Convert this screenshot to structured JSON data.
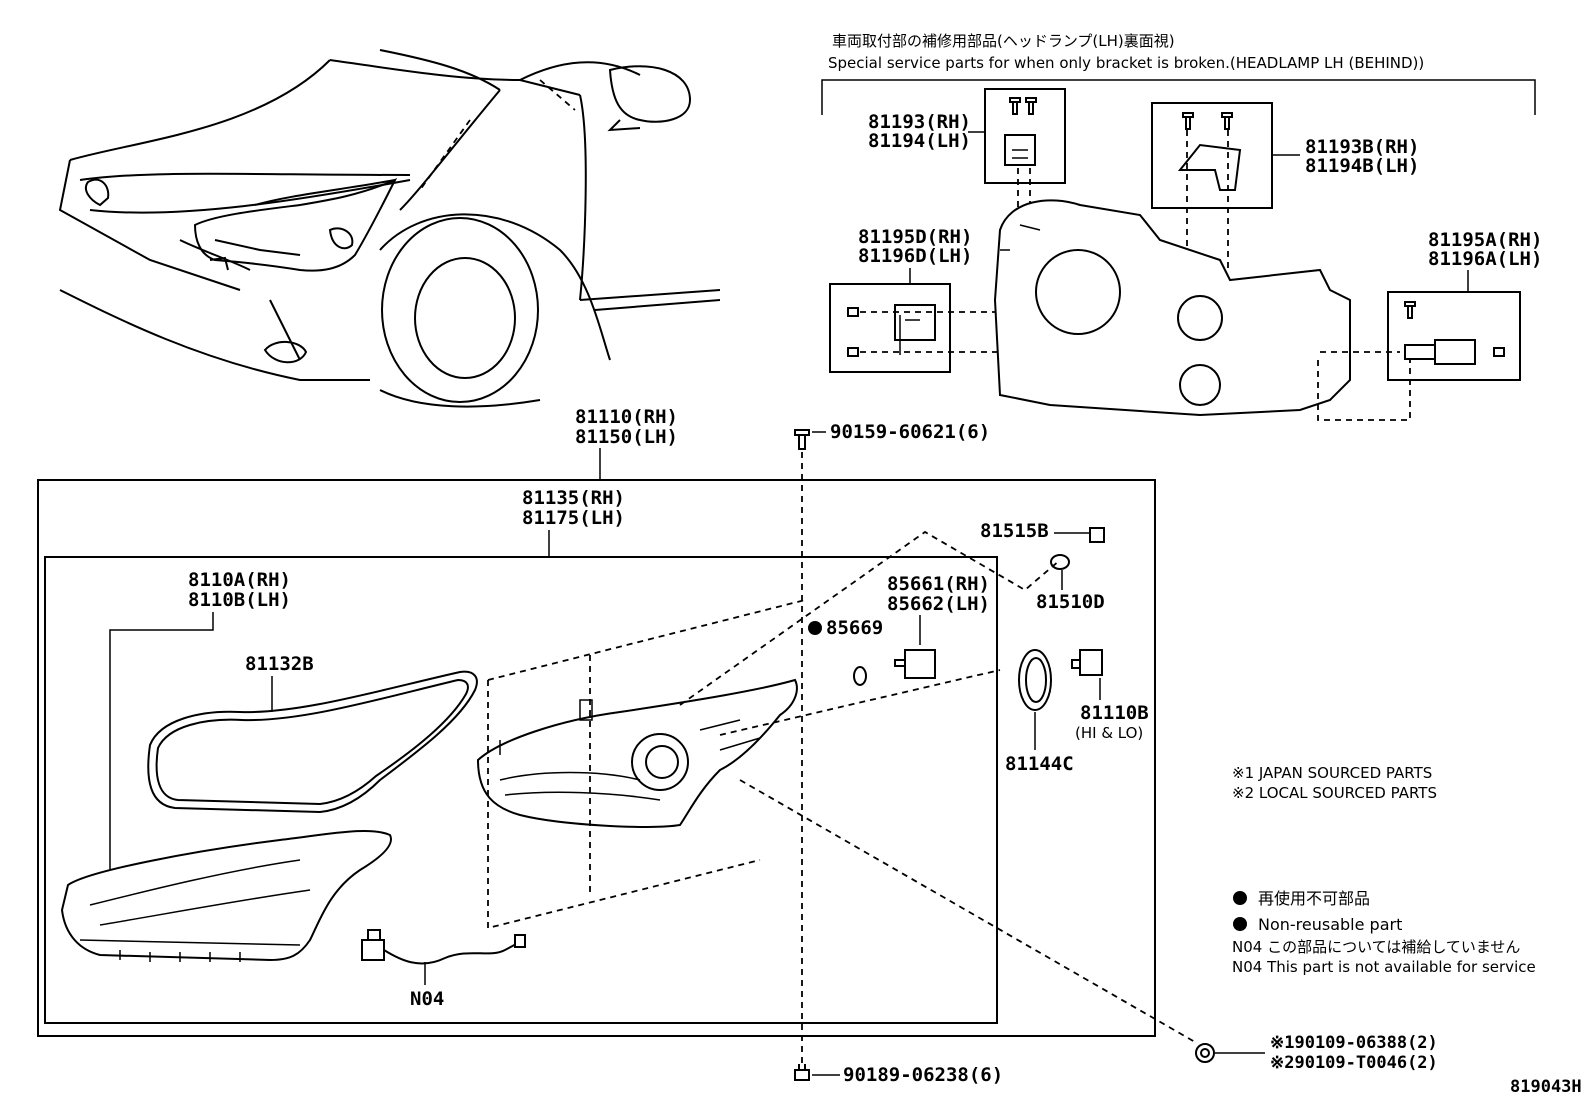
{
  "header": {
    "jp": "車両取付部の補修用部品(ヘッドランプ(LH)裏面視)",
    "en": "Special service parts for when only bracket is broken.(HEADLAMP LH (BEHIND))"
  },
  "parts": {
    "p81193": "81193(RH)",
    "p81194": "81194(LH)",
    "p81193b": "81193B(RH)",
    "p81194b": "81194B(LH)",
    "p81195d": "81195D(RH)",
    "p81196d": "81196D(LH)",
    "p81195a": "81195A(RH)",
    "p81196a": "81196A(LH)",
    "p81110": "81110(RH)",
    "p81150": "81150(LH)",
    "p81135": "81135(RH)",
    "p81175": "81175(LH)",
    "p8110a": "8110A(RH)",
    "p8110b": "8110B(LH)",
    "p81132b": "81132B",
    "p90159": "90159-60621(6)",
    "p81515b": "81515B",
    "p81510d": "81510D",
    "p85661": "85661(RH)",
    "p85662": "85662(LH)",
    "p85669": "85669",
    "p81110b": "81110B",
    "p81110b_sub": "(HI & LO)",
    "p81144c": "81144C",
    "pN04": "N04",
    "p90189": "90189-06238(6)",
    "p90109a": "※190109-06388(2)",
    "p90109b": "※290109-T0046(2)"
  },
  "legend": {
    "japan": "※1 JAPAN SOURCED PARTS",
    "local": "※2 LOCAL SOURCED PARTS",
    "nonreuse_jp": "再使用不可部品",
    "nonreuse_en": "Non-reusable part",
    "n04_jp": "N04 この部品については補給していません",
    "n04_en": "N04 This part is not available for service"
  },
  "figure_id": "819043H"
}
